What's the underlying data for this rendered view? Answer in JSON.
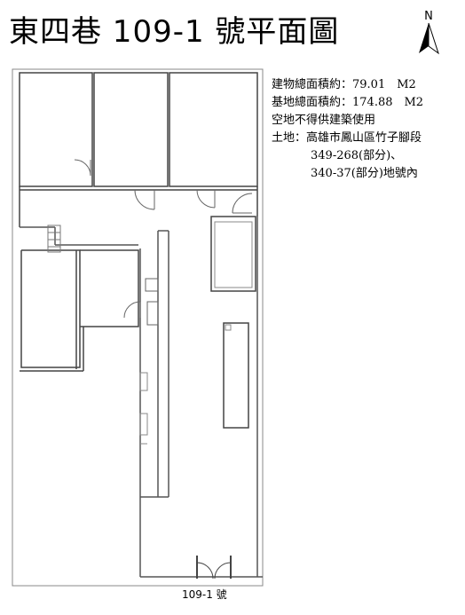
{
  "header": {
    "title": "東四巷 109-1 號平面圖",
    "north_label": "N"
  },
  "info": {
    "building_area": "建物總面積約：79.01　M2",
    "land_area": "基地總面積約：174.88　M2",
    "vacant_note": "空地不得供建築使用",
    "land_label": "土地：高雄市鳳山區竹子腳段",
    "lot_line1": "349-268(部分)、",
    "lot_line2": "340-37(部分)地號內"
  },
  "plan": {
    "entrance_label": "109-1 號"
  }
}
